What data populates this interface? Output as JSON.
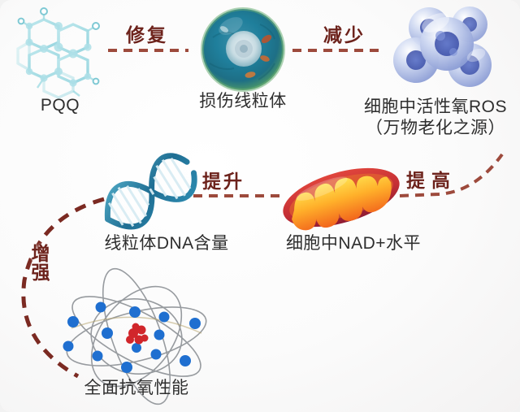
{
  "diagram": {
    "title": "PQQ mitochondrial benefits flow",
    "background_color": "#f2f2f2",
    "arrow_color": "#9d4a3c",
    "arrow_color_dark": "#7b2a22",
    "label_color": "#6d231c",
    "caption_color": "#2e2e2e"
  },
  "nodes": [
    {
      "id": "pqq",
      "icon": "pqq-molecule-icon",
      "caption": "PQQ"
    },
    {
      "id": "mito_dmg",
      "icon": "damaged-cell-icon",
      "caption": "损伤线粒体"
    },
    {
      "id": "ros",
      "icon": "ros-cell-cluster-icon",
      "caption_line1": "细胞中活性氧ROS",
      "caption_line2": "（万物老化之源）"
    },
    {
      "id": "dna",
      "icon": "dna-helix-icon",
      "caption": "线粒体DNA含量"
    },
    {
      "id": "nad",
      "icon": "mitochondrion-icon",
      "caption": "细胞中NAD+水平"
    },
    {
      "id": "antiox",
      "icon": "atom-icon",
      "caption": "全面抗氧性能"
    }
  ],
  "arrows": [
    {
      "id": "a1",
      "label": "修复",
      "from": "pqq",
      "to": "mito_dmg",
      "style": "straight-dashed"
    },
    {
      "id": "a2",
      "label": "减少",
      "from": "mito_dmg",
      "to": "ros",
      "style": "straight-dashed"
    },
    {
      "id": "a3",
      "label": "提升",
      "from": "dna",
      "to": "nad",
      "style": "straight-dashed"
    },
    {
      "id": "a4",
      "label": "提高",
      "from": "nad",
      "to": "ros",
      "style": "curved-dashed-up"
    },
    {
      "id": "a5",
      "label": "增强",
      "from": "dna",
      "to": "antiox",
      "style": "curved-dashed-left",
      "orientation": "vertical"
    }
  ]
}
